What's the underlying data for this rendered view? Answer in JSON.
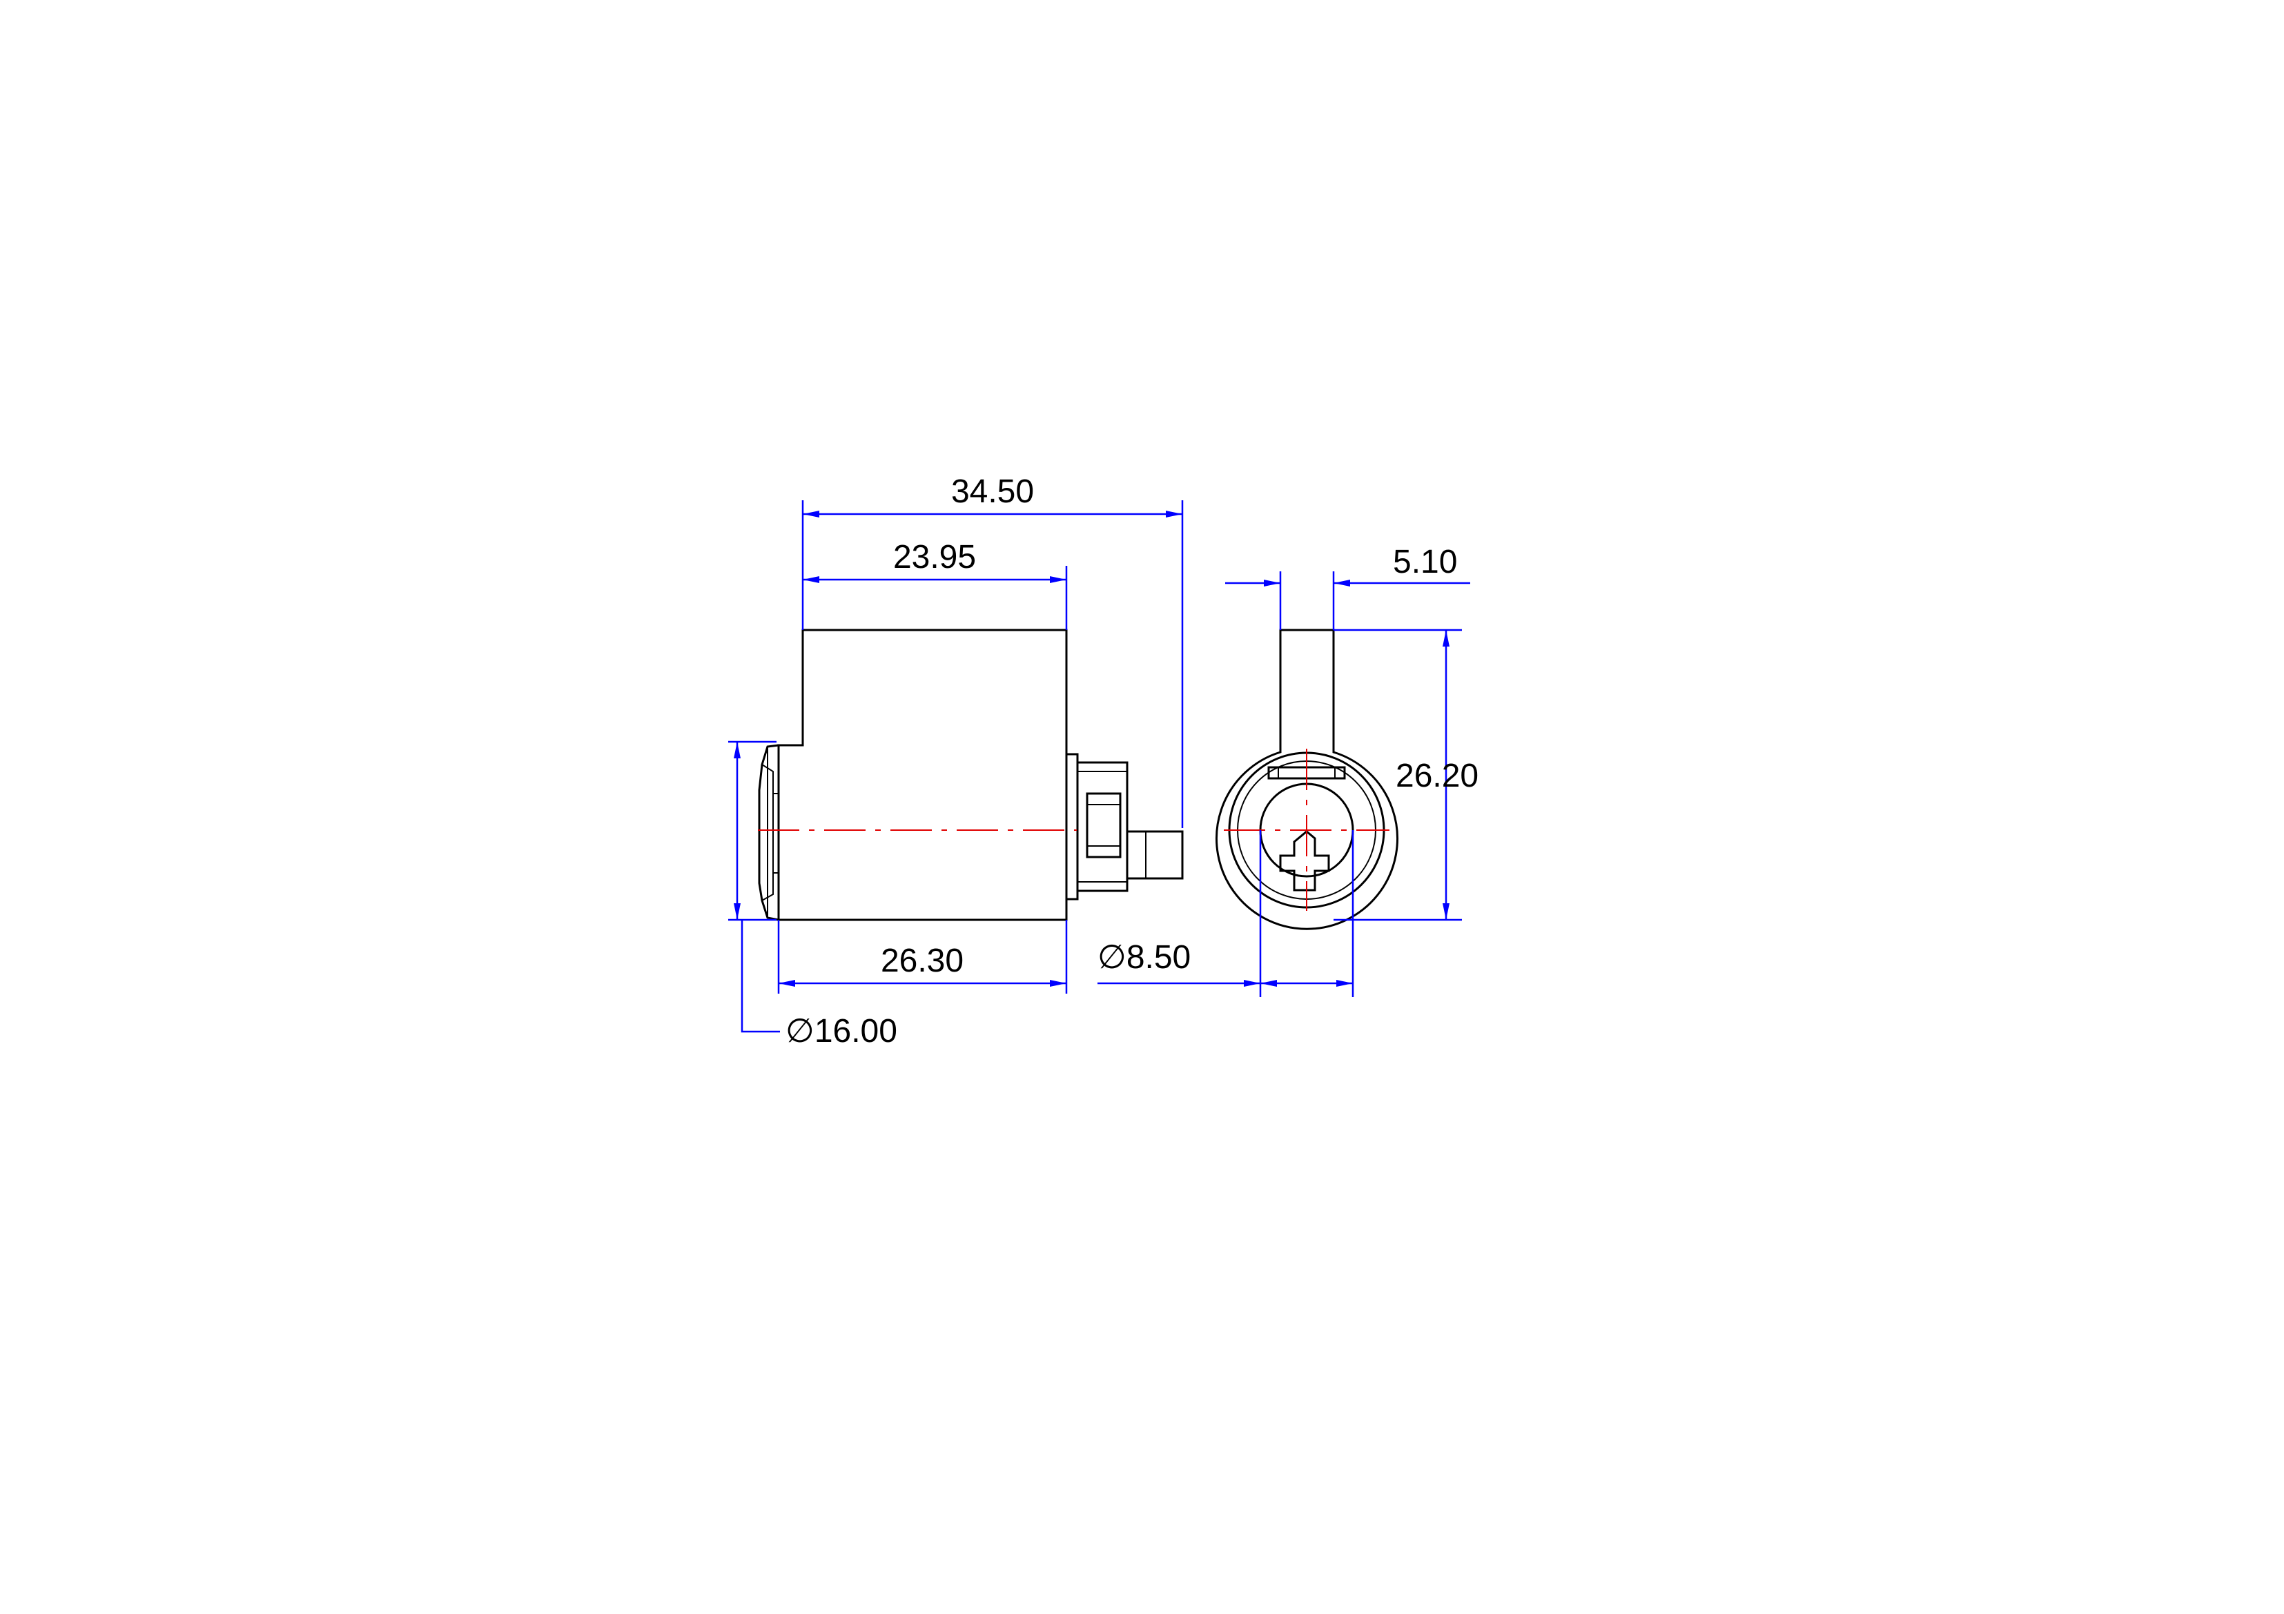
{
  "drawing": {
    "dimensions": {
      "overall_length": "34.50",
      "body_length": "23.95",
      "lower_length": "26.30",
      "face_diameter": "16.00",
      "cam_width": "5.10",
      "total_height": "26.20",
      "plug_diameter": "8.50"
    },
    "diameter_symbol": "∅",
    "colors": {
      "outline": "#000000",
      "dimension": "#0000ff",
      "centerline": "#e00000"
    }
  }
}
